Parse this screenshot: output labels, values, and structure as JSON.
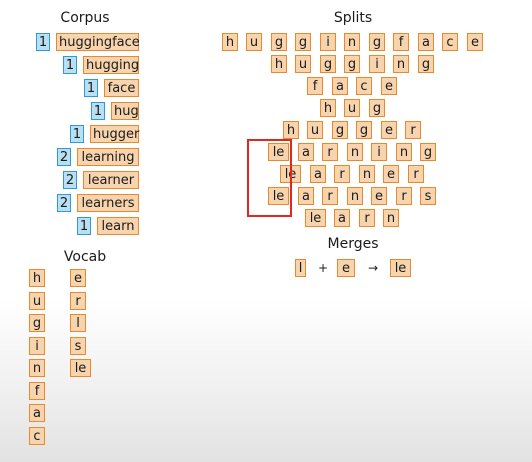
{
  "titles": {
    "corpus": "Corpus",
    "splits": "Splits",
    "vocab": "Vocab",
    "merges": "Merges"
  },
  "corpus": [
    {
      "count": "1",
      "word": "huggingface"
    },
    {
      "count": "1",
      "word": "hugging"
    },
    {
      "count": "1",
      "word": "face"
    },
    {
      "count": "1",
      "word": "hug"
    },
    {
      "count": "1",
      "word": "hugger"
    },
    {
      "count": "2",
      "word": "learning"
    },
    {
      "count": "2",
      "word": "learner"
    },
    {
      "count": "2",
      "word": "learners"
    },
    {
      "count": "1",
      "word": "learn"
    }
  ],
  "splits": [
    [
      "h",
      "u",
      "g",
      "g",
      "i",
      "n",
      "g",
      "f",
      "a",
      "c",
      "e"
    ],
    [
      "h",
      "u",
      "g",
      "g",
      "i",
      "n",
      "g"
    ],
    [
      "f",
      "a",
      "c",
      "e"
    ],
    [
      "h",
      "u",
      "g"
    ],
    [
      "h",
      "u",
      "g",
      "g",
      "e",
      "r"
    ],
    [
      "le",
      "a",
      "r",
      "n",
      "i",
      "n",
      "g"
    ],
    [
      "le",
      "a",
      "r",
      "n",
      "e",
      "r"
    ],
    [
      "le",
      "a",
      "r",
      "n",
      "e",
      "r",
      "s"
    ],
    [
      "le",
      "a",
      "r",
      "n"
    ]
  ],
  "vocab": {
    "col1": [
      "h",
      "u",
      "g",
      "i",
      "n",
      "f",
      "a",
      "c"
    ],
    "col2": [
      "e",
      "r",
      "l",
      "s",
      "le"
    ]
  },
  "merges": {
    "left": "l",
    "plus": "+",
    "right": "e",
    "arrow": "→",
    "result": "le"
  },
  "colors": {
    "token_fill": "#f7d4ae",
    "token_border": "#e58a2f",
    "count_fill": "#b9dff2",
    "count_border": "#2f9ad8",
    "highlight": "#e0281e"
  }
}
